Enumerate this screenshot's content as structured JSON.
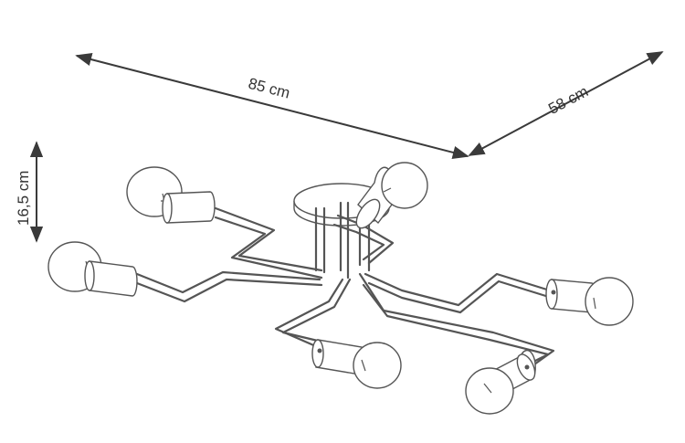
{
  "dimensions": {
    "length": "85 cm",
    "depth": "58 cm",
    "height": "16,5 cm"
  },
  "colors": {
    "line": "#555555",
    "dimension": "#3a3a3a",
    "background": "#ffffff"
  }
}
